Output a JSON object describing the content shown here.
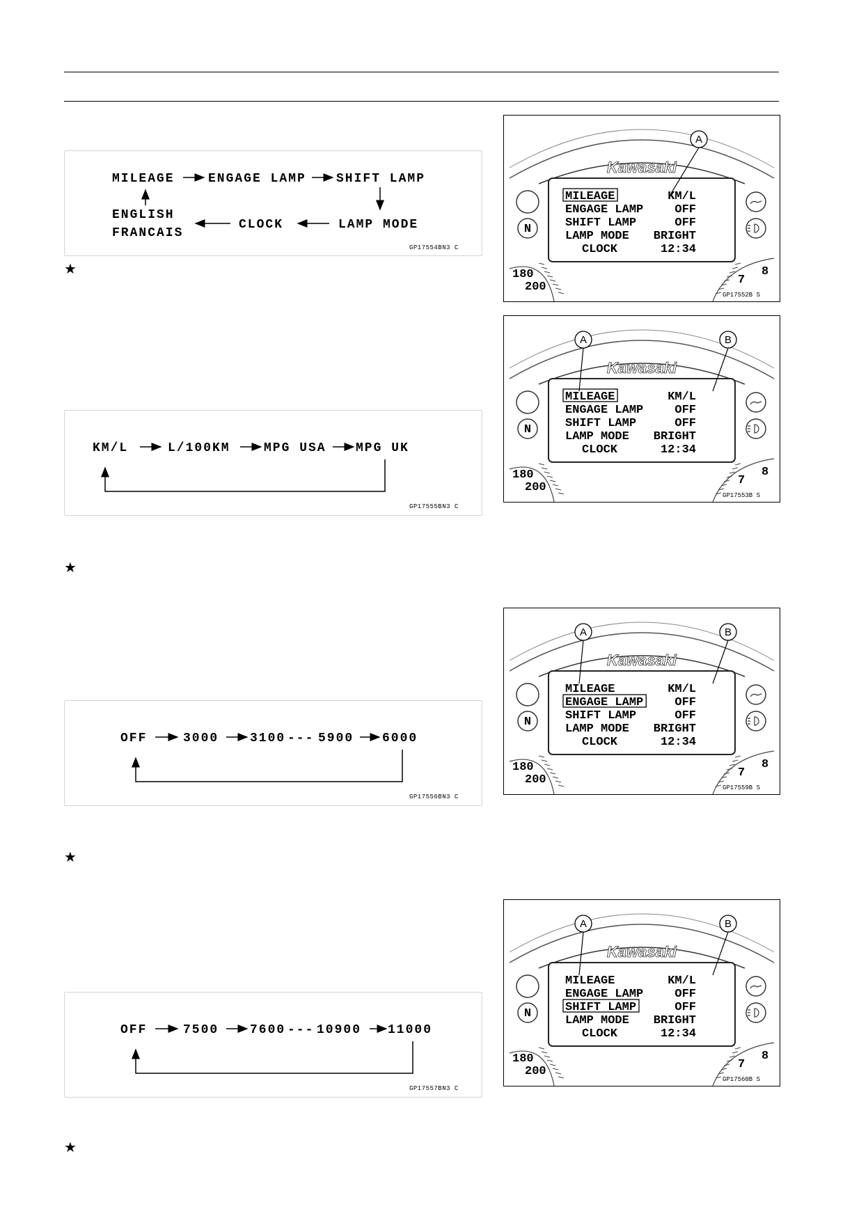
{
  "page": {
    "bullet_symbol": "★"
  },
  "diagrams": {
    "menu_cycle": {
      "items": {
        "mileage": "MILEAGE",
        "engage_lamp": "ENGAGE LAMP",
        "shift_lamp": "SHIFT LAMP",
        "lamp_mode": "LAMP MODE",
        "clock": "CLOCK",
        "english": "ENGLISH",
        "francais": "FRANCAIS"
      },
      "code": "GP17554BN3 C"
    },
    "mileage_units": {
      "items": [
        "KM/L",
        "L/100KM",
        "MPG USA",
        "MPG UK"
      ],
      "code": "GP17555BN3 C"
    },
    "engage_rpm": {
      "items": [
        "OFF",
        "3000",
        "3100",
        "5900",
        "6000"
      ],
      "ellipsis": "---",
      "code": "GP17556BN3 C"
    },
    "shift_rpm": {
      "items": [
        "OFF",
        "7500",
        "7600",
        "10900",
        "11000"
      ],
      "ellipsis": "---",
      "code": "GP17557BN3 C"
    }
  },
  "meter": {
    "brand": "Kawasaki",
    "rows": [
      {
        "label": "MILEAGE",
        "value": "KM/L"
      },
      {
        "label": "ENGAGE LAMP",
        "value": "OFF"
      },
      {
        "label": "SHIFT LAMP",
        "value": "OFF"
      },
      {
        "label": "LAMP MODE",
        "value": "BRIGHT"
      },
      {
        "label": "CLOCK",
        "value": "12:34"
      }
    ],
    "gauge": {
      "n_indicator": "N",
      "num_180": "180",
      "num_200": "200",
      "num_7": "7",
      "num_8": "8"
    }
  },
  "photos": [
    {
      "code": "GP17552B S",
      "callouts": [
        "A"
      ],
      "highlight_row": 0
    },
    {
      "code": "GP17553B S",
      "callouts": [
        "A",
        "B"
      ],
      "highlight_row": 0
    },
    {
      "code": "GP17559B S",
      "callouts": [
        "A",
        "B"
      ],
      "highlight_row": 1
    },
    {
      "code": "GP17560B S",
      "callouts": [
        "A",
        "B"
      ],
      "highlight_row": 2
    }
  ]
}
